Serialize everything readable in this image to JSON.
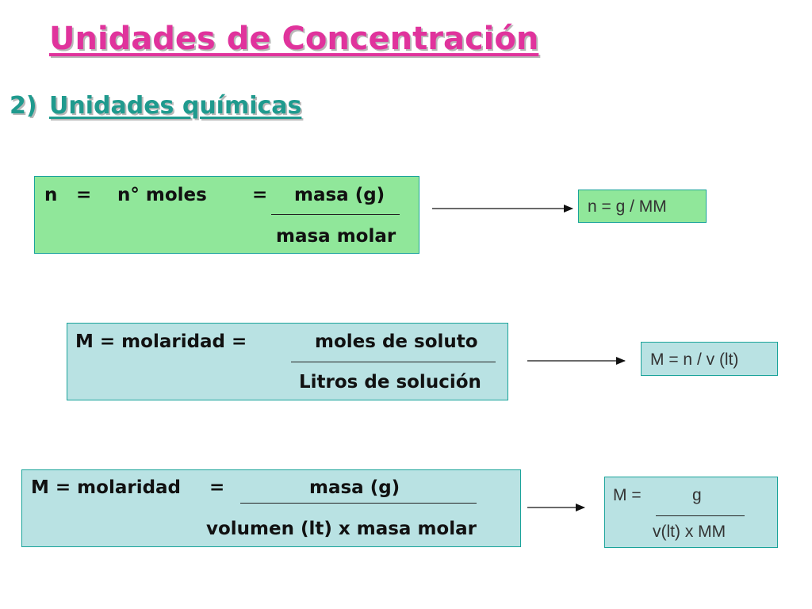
{
  "title": "Unidades de Concentración",
  "subtitle": {
    "number": "2)",
    "text": "Unidades químicas"
  },
  "formula_n": {
    "lhs": "n",
    "eq1": "=",
    "middle": "n° moles",
    "eq2": "=",
    "numerator": "masa (g)",
    "denominator": "masa molar"
  },
  "formula_m1": {
    "lhs": "M = molaridad =",
    "numerator": "moles de soluto",
    "denominator": "Litros de solución"
  },
  "formula_m2": {
    "lhs": "M = molaridad",
    "eq": "=",
    "numerator": "masa (g)",
    "denominator": "volumen (lt)  x  masa molar"
  },
  "result_n": "n = g / MM",
  "result_m1": "M = n / v (lt)",
  "result_m2": {
    "lhs": "M  =",
    "numerator": "g",
    "denominator": "v(lt) x MM"
  },
  "colors": {
    "title": "#e0339c",
    "subtitle": "#1f9a8e",
    "green_box": "#90e79a",
    "blue_box": "#b9e2e3",
    "border": "#1aa39a"
  }
}
